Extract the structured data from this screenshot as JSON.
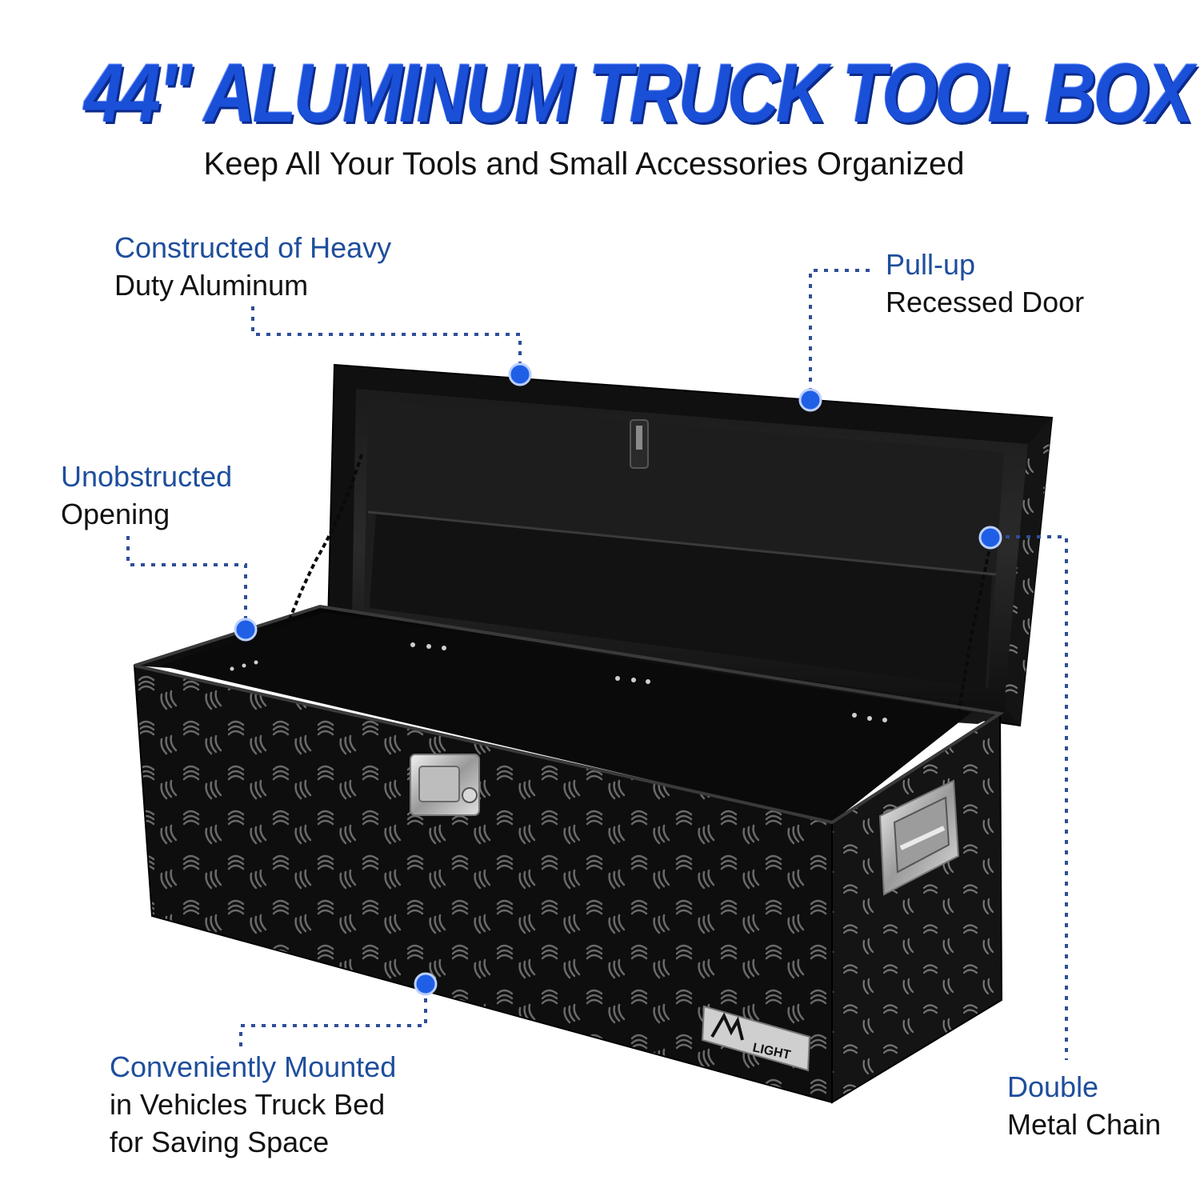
{
  "header": {
    "title": "44\" ALUMINUM TRUCK TOOL BOX",
    "subtitle": "Keep All Your Tools and Small Accessories Organized"
  },
  "callouts": {
    "aluminum": {
      "line1": "Constructed of Heavy",
      "line2": "Duty Aluminum"
    },
    "door": {
      "line1": "Pull-up",
      "line2": "Recessed Door"
    },
    "opening": {
      "line1": "Unobstructed",
      "line2": "Opening"
    },
    "mounted": {
      "line1": "Conveniently Mounted",
      "line2": "in Vehicles Truck Bed",
      "line3": "for Saving Space"
    },
    "chain": {
      "line1": "Double",
      "line2": "Metal Chain"
    }
  },
  "product": {
    "logo_text": "LIGHT",
    "box_color": "#0d0d0d",
    "accent_color": "#1f5fe6"
  }
}
